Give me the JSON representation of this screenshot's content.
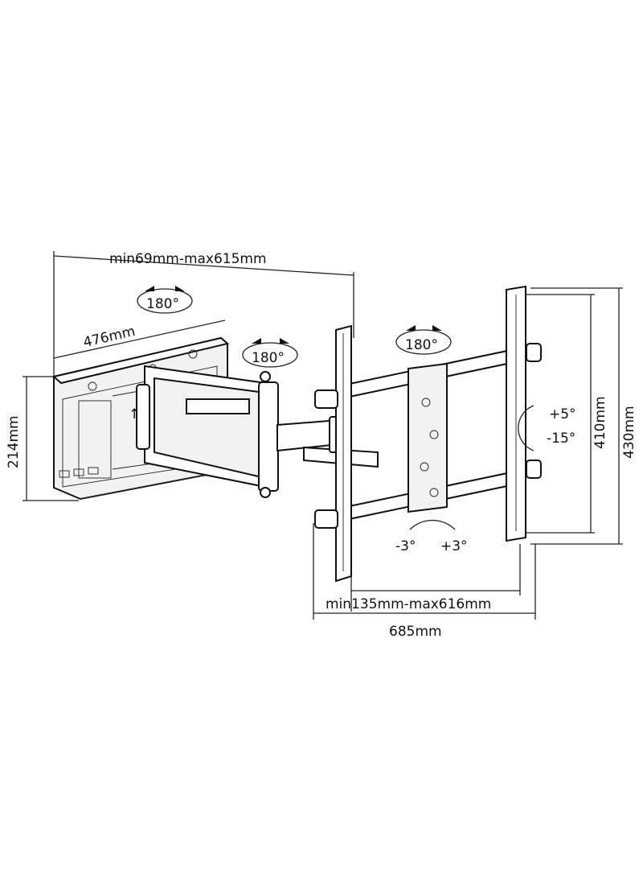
{
  "dimensions": {
    "arm_extension": "min69mm-max615mm",
    "wall_plate_width": "476mm",
    "wall_plate_height": "214mm",
    "vesa_vertical_inner": "410mm",
    "vesa_vertical_outer": "430mm",
    "vesa_horizontal_range": "min135mm-max616mm",
    "overall_width": "685mm"
  },
  "rotations": {
    "wall_swivel": "180°",
    "arm_swivel": "180°",
    "head_swivel": "180°",
    "tilt_up": "+5°",
    "tilt_down": "-15°",
    "level_left": "-3°",
    "level_right": "+3°"
  },
  "colors": {
    "line": "#111111",
    "background": "#ffffff",
    "face": "#f2f2f2"
  }
}
